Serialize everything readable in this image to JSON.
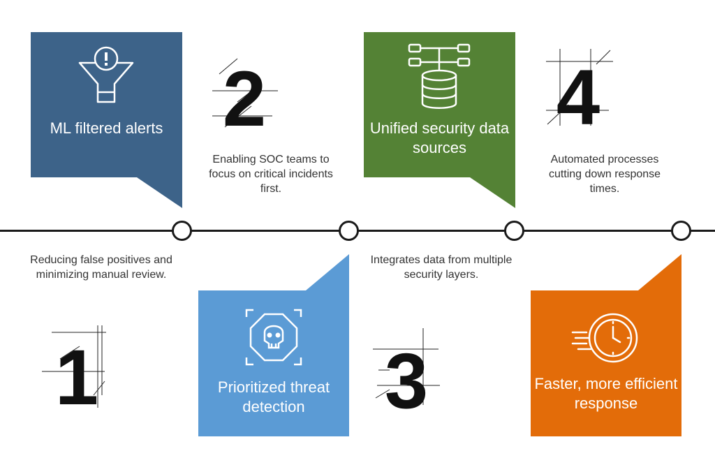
{
  "steps": [
    {
      "number": "1",
      "title": "ML filtered alerts",
      "description": "Reducing false positives and minimizing manual review.",
      "color": "#3d6389",
      "icon": "filter-alert-icon"
    },
    {
      "number": "2",
      "title": "Prioritized threat detection",
      "description": "Enabling SOC teams to focus on critical incidents first.",
      "color": "#5b9bd5",
      "icon": "skull-target-icon"
    },
    {
      "number": "3",
      "title": "Unified security data sources",
      "description": "Integrates data from multiple security layers.",
      "color": "#548235",
      "icon": "database-network-icon"
    },
    {
      "number": "4",
      "title": "Faster, more efficient response",
      "description": "Automated processes cutting down response times.",
      "color": "#e36c09",
      "icon": "fast-clock-icon"
    }
  ]
}
